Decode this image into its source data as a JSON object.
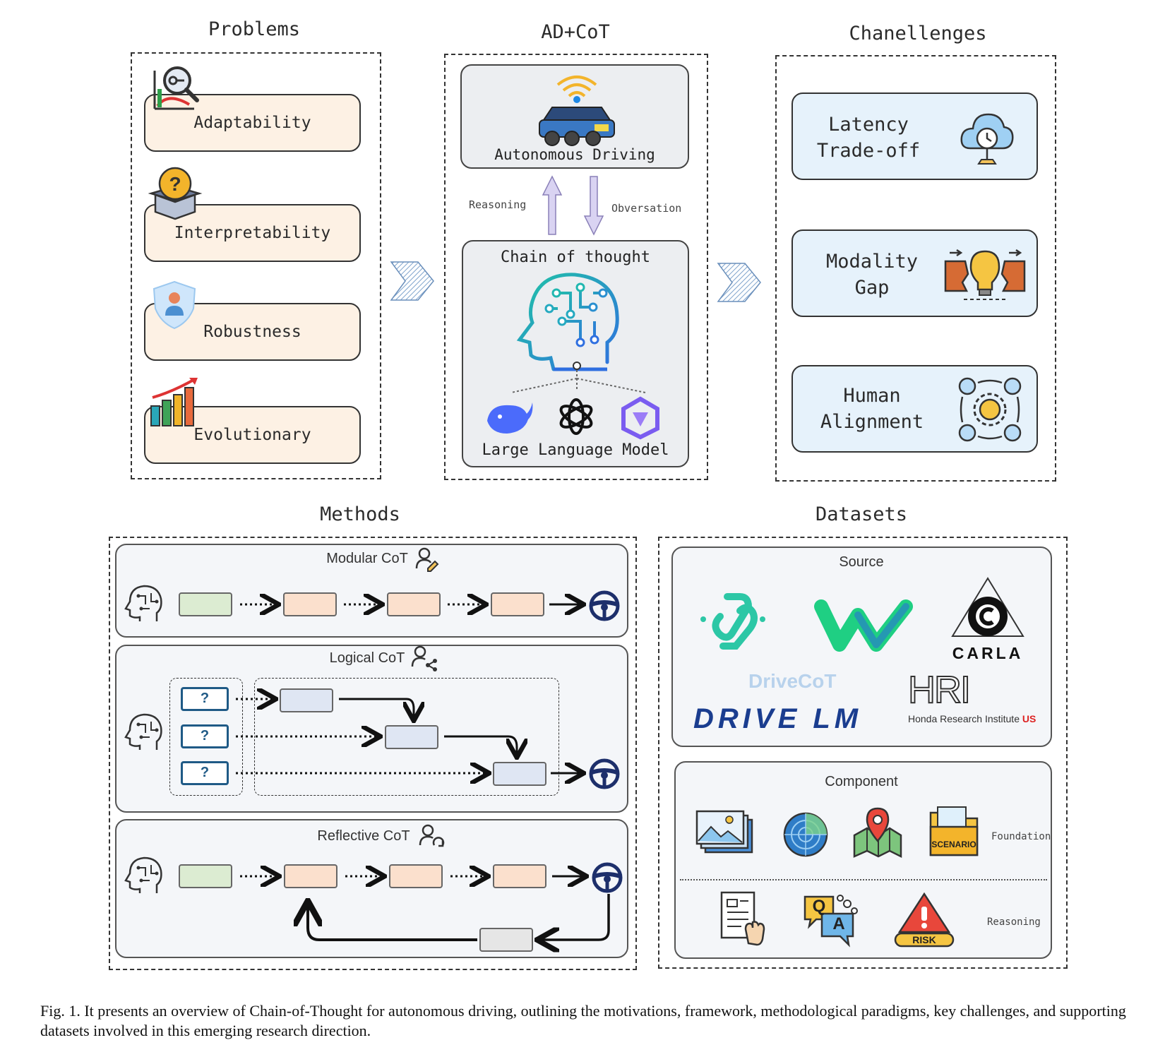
{
  "problems": {
    "title": "Problems",
    "items": [
      "Adaptability",
      "Interpretability",
      "Robustness",
      "Evolutionary"
    ]
  },
  "adcot": {
    "title": "AD+CoT",
    "top_label": "Autonomous Driving",
    "reasoning_label": "Reasoning",
    "observation_label": "Obversation",
    "cot_label": "Chain of thought",
    "llm_label": "Large Language Model"
  },
  "challenges": {
    "title": "Chanellenges",
    "items": [
      {
        "line1": "Latency",
        "line2": "Trade-off"
      },
      {
        "line1": "Modality",
        "line2": "Gap"
      },
      {
        "line1": "Human",
        "line2": "Alignment"
      }
    ]
  },
  "methods": {
    "title": "Methods",
    "modular": "Modular CoT",
    "logical": "Logical CoT",
    "reflective": "Reflective CoT",
    "question_mark": "?"
  },
  "datasets": {
    "title": "Datasets",
    "source_title": "Source",
    "carla_logo": "CARLA",
    "drivecot_logo": "DriveCoT",
    "drivelm_logo": "DRIVE LM",
    "hri_logo": "HRI",
    "hri_text": "Honda Research Institute ",
    "hri_us": "US",
    "component_title": "Component",
    "scenario_label": "SCENARIO",
    "risk_label": "RISK",
    "qa_q": "Q",
    "qa_a": "A",
    "foundation_label": "Foundation",
    "reasoning_label": "Reasoning"
  },
  "caption": "Fig. 1.  It presents an overview of Chain-of-Thought for autonomous driving, outlining the motivations, framework, methodological paradigms, key challenges, and supporting datasets involved in this emerging research direction."
}
